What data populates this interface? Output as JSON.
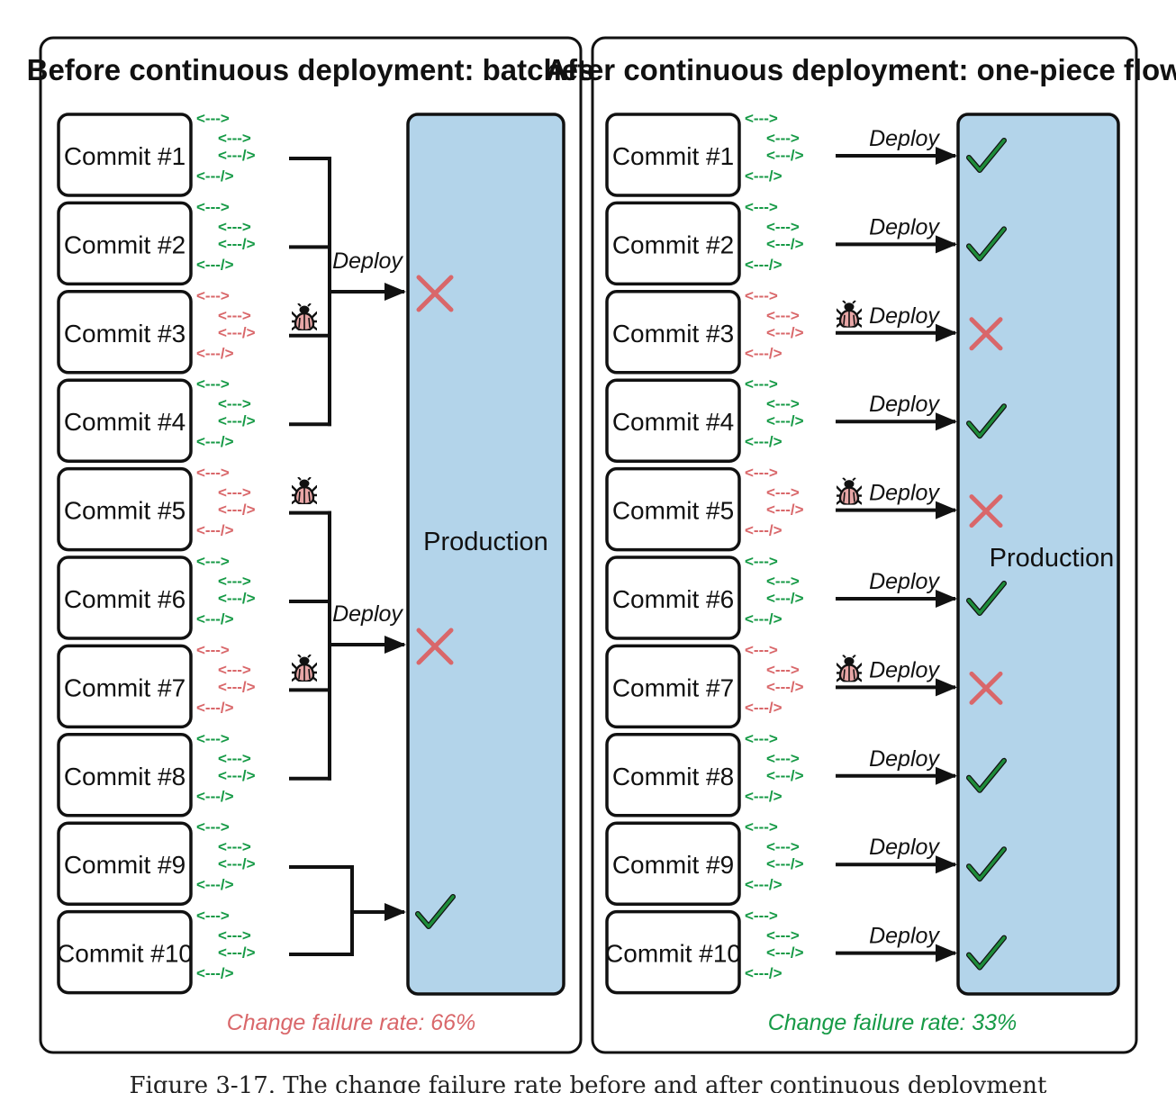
{
  "before": {
    "title": "Before continuous deployment: batches",
    "production_label": "Production",
    "failure_rate": "Change failure rate: 66%",
    "deploy_label": "Deploy",
    "commits": [
      {
        "label": "Commit #1",
        "buggy": false
      },
      {
        "label": "Commit #2",
        "buggy": false
      },
      {
        "label": "Commit #3",
        "buggy": true
      },
      {
        "label": "Commit #4",
        "buggy": false
      },
      {
        "label": "Commit #5",
        "buggy": true
      },
      {
        "label": "Commit #6",
        "buggy": false
      },
      {
        "label": "Commit #7",
        "buggy": true
      },
      {
        "label": "Commit #8",
        "buggy": false
      },
      {
        "label": "Commit #9",
        "buggy": false
      },
      {
        "label": "Commit #10",
        "buggy": false
      }
    ],
    "batches": [
      {
        "commits": [
          1,
          2,
          3,
          4
        ],
        "result": "fail",
        "show_deploy_label": true
      },
      {
        "commits": [
          5,
          6,
          7,
          8
        ],
        "result": "fail",
        "show_deploy_label": true
      },
      {
        "commits": [
          9,
          10
        ],
        "result": "success",
        "show_deploy_label": false
      }
    ]
  },
  "after": {
    "title": "After continuous deployment: one-piece flow",
    "production_label": "Production",
    "failure_rate": "Change failure rate: 33%",
    "deploy_label": "Deploy",
    "commits": [
      {
        "label": "Commit #1",
        "buggy": false,
        "result": "success"
      },
      {
        "label": "Commit #2",
        "buggy": false,
        "result": "success"
      },
      {
        "label": "Commit #3",
        "buggy": true,
        "result": "fail"
      },
      {
        "label": "Commit #4",
        "buggy": false,
        "result": "success"
      },
      {
        "label": "Commit #5",
        "buggy": true,
        "result": "fail"
      },
      {
        "label": "Commit #6",
        "buggy": false,
        "result": "success"
      },
      {
        "label": "Commit #7",
        "buggy": true,
        "result": "fail"
      },
      {
        "label": "Commit #8",
        "buggy": false,
        "result": "success"
      },
      {
        "label": "Commit #9",
        "buggy": false,
        "result": "success"
      },
      {
        "label": "Commit #10",
        "buggy": false,
        "result": "success"
      }
    ]
  },
  "code_snippets": [
    "<--->",
    "<--->",
    "<---/>",
    "<---/>"
  ],
  "caption": "Figure 3-17. The change failure rate before and after continuous deployment",
  "colors": {
    "production_fill": "#b3d4ea",
    "good_code": "#169a46",
    "bad_code": "#d9676a",
    "fail_mark": "#d9676a",
    "success_mark": "#1e8c3a",
    "bug_fill": "#e8a6a6",
    "stroke": "#111111"
  },
  "icons": {
    "bug": "bug-icon",
    "fail": "x-mark-icon",
    "success": "check-mark-icon"
  }
}
